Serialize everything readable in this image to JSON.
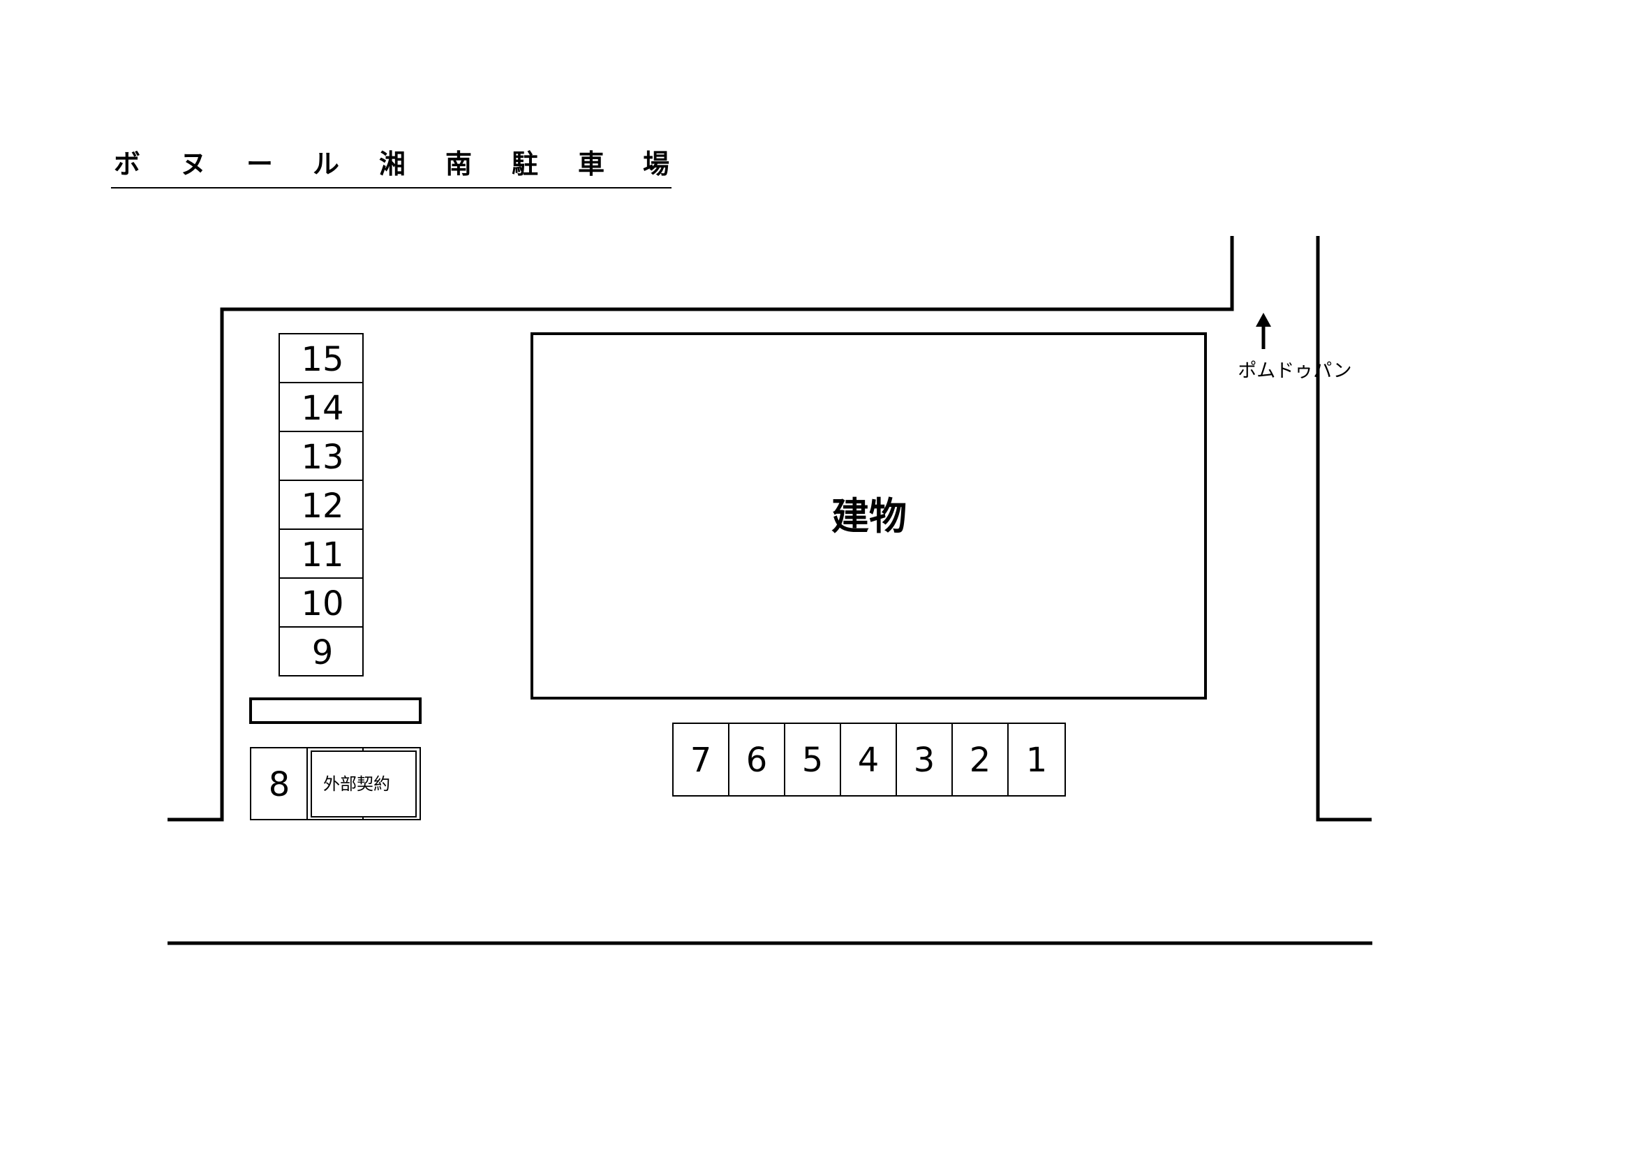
{
  "title_chars": [
    "ボ",
    "ヌ",
    "ー",
    "ル",
    "湘",
    "南",
    "駐",
    "車",
    "場"
  ],
  "building_label": "建物",
  "direction": {
    "arrow": "↑",
    "label": "ポムドゥパン"
  },
  "spaces_left": [
    "15",
    "14",
    "13",
    "12",
    "11",
    "10",
    "9"
  ],
  "space_8": "8",
  "external_contract_label": "外部契約",
  "spaces_bottom": [
    "7",
    "6",
    "5",
    "4",
    "3",
    "2",
    "1"
  ],
  "line_color": "#000000"
}
